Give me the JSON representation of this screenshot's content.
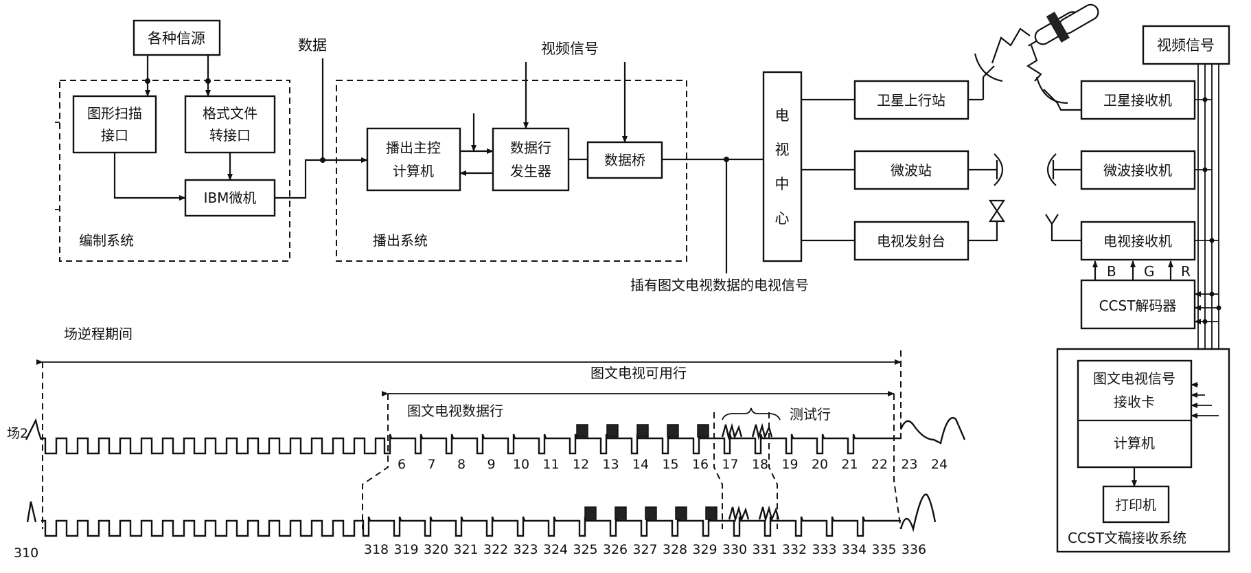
{
  "blocks": {
    "sources": "各种信源",
    "graphic_scan_1": "图形扫描",
    "graphic_scan_2": "接口",
    "format_file_1": "格式文件",
    "format_file_2": "转接口",
    "ibm_pc": "IBM微机",
    "edit_system": "编制系统",
    "data_label": "数据",
    "video_signal_top": "视频信号",
    "broadcast_ctrl_1": "播出主控",
    "broadcast_ctrl_2": "计算机",
    "data_line_gen_1": "数据行",
    "data_line_gen_2": "发生器",
    "data_bridge": "数据桥",
    "broadcast_system": "播出系统",
    "tv_center": [
      "电",
      "视",
      "中",
      "心"
    ],
    "signal_note": "插有图文电视数据的电视信号",
    "satellite_uplink": "卫星上行站",
    "microwave_station": "微波站",
    "tv_transmitter": "电视发射台",
    "video_signal_right": "视频信号",
    "satellite_receiver": "卫星接收机",
    "microwave_receiver": "微波接收机",
    "tv_receiver": "电视接收机",
    "rgb": [
      "B",
      "G",
      "R"
    ],
    "ccst_decoder": "CCST解码器",
    "teletext_card_1": "图文电视信号",
    "teletext_card_2": "接收卡",
    "computer": "计算机",
    "printer": "打印机",
    "ccst_system": "CCST文稿接收系统"
  },
  "timing": {
    "vbi_period": "场逆程期间",
    "usable_lines": "图文电视可用行",
    "data_lines": "图文电视数据行",
    "test_lines": "测试行",
    "field_label_top": "场2",
    "field_label_bottom": "310",
    "top_line_numbers": [
      "6",
      "7",
      "8",
      "9",
      "10",
      "11",
      "12",
      "13",
      "14",
      "15",
      "16",
      "17",
      "18",
      "19",
      "20",
      "21",
      "22",
      "23",
      "24"
    ],
    "bottom_line_numbers": [
      "318",
      "319",
      "320",
      "321",
      "322",
      "323",
      "324",
      "325",
      "326",
      "327",
      "328",
      "329",
      "330",
      "331",
      "332",
      "333",
      "334",
      "335",
      "336"
    ]
  }
}
